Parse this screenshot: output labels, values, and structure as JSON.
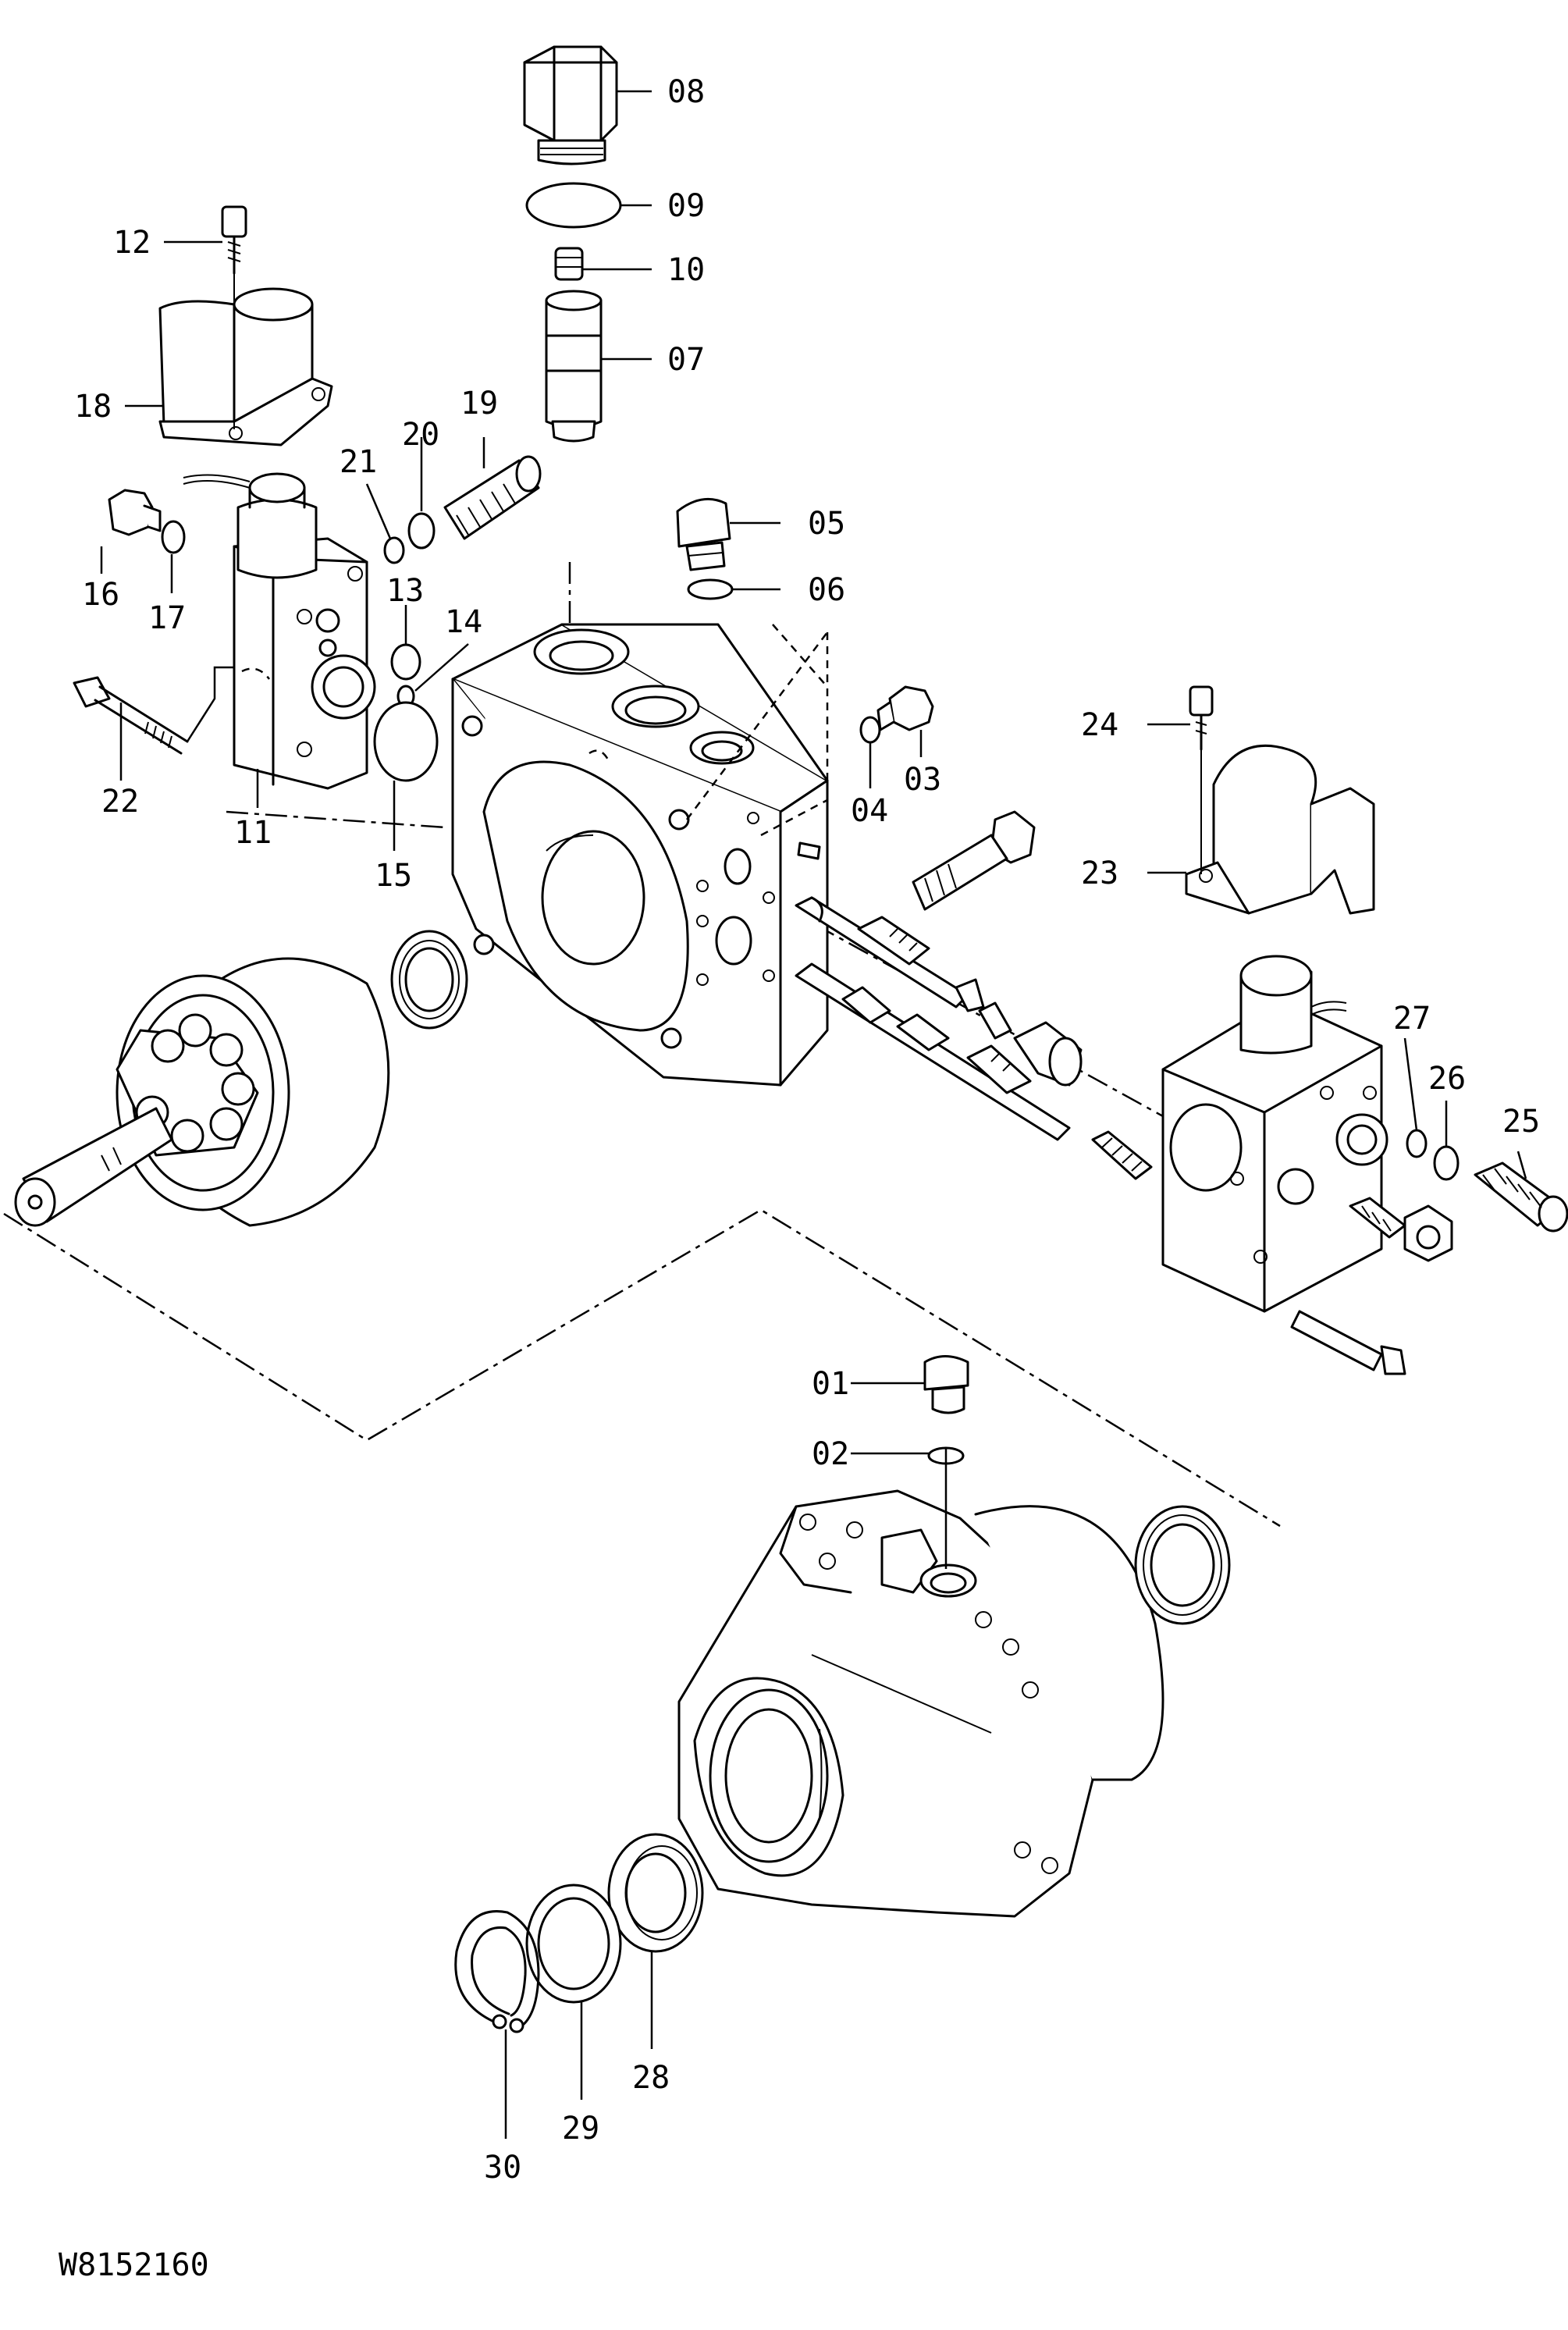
{
  "diagram": {
    "drawing_code": "W8152160",
    "callouts": [
      {
        "id": "01",
        "label": "01"
      },
      {
        "id": "02",
        "label": "02"
      },
      {
        "id": "03",
        "label": "03"
      },
      {
        "id": "04",
        "label": "04"
      },
      {
        "id": "05",
        "label": "05"
      },
      {
        "id": "06",
        "label": "06"
      },
      {
        "id": "07",
        "label": "07"
      },
      {
        "id": "08",
        "label": "08"
      },
      {
        "id": "09",
        "label": "09"
      },
      {
        "id": "10",
        "label": "10"
      },
      {
        "id": "11",
        "label": "11"
      },
      {
        "id": "12",
        "label": "12"
      },
      {
        "id": "13",
        "label": "13"
      },
      {
        "id": "14",
        "label": "14"
      },
      {
        "id": "15",
        "label": "15"
      },
      {
        "id": "16",
        "label": "16"
      },
      {
        "id": "17",
        "label": "17"
      },
      {
        "id": "18",
        "label": "18"
      },
      {
        "id": "19",
        "label": "19"
      },
      {
        "id": "20",
        "label": "20"
      },
      {
        "id": "21",
        "label": "21"
      },
      {
        "id": "22",
        "label": "22"
      },
      {
        "id": "23",
        "label": "23"
      },
      {
        "id": "24",
        "label": "24"
      },
      {
        "id": "25",
        "label": "25"
      },
      {
        "id": "26",
        "label": "26"
      },
      {
        "id": "27",
        "label": "27"
      },
      {
        "id": "28",
        "label": "28"
      },
      {
        "id": "29",
        "label": "29"
      },
      {
        "id": "30",
        "label": "30"
      }
    ]
  }
}
